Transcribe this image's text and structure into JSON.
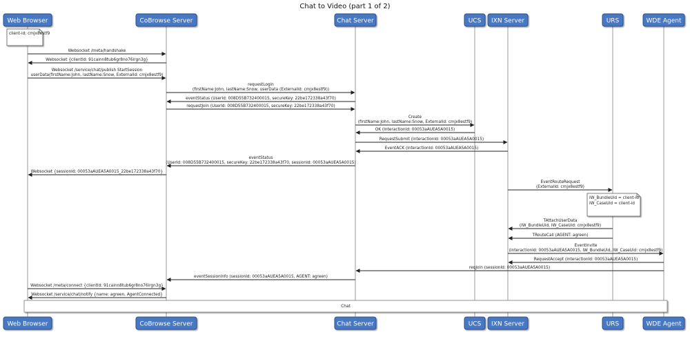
{
  "title": "Chat to Video (part 1 of 2)",
  "participants": [
    {
      "id": "wb",
      "label": "Web Browser"
    },
    {
      "id": "cb",
      "label": "CoBrowse Server"
    },
    {
      "id": "cs",
      "label": "Chat Server"
    },
    {
      "id": "ucs",
      "label": "UCS"
    },
    {
      "id": "ixn",
      "label": "IXN Server"
    },
    {
      "id": "urs",
      "label": "URS"
    },
    {
      "id": "wde",
      "label": "WDE Agent"
    }
  ],
  "notes": [
    {
      "on": "wb",
      "lines": [
        "client-id: cmjx8estf9"
      ]
    },
    {
      "on": "urs",
      "lines": [
        "IW_BundleUid = client-id",
        "IW_CaseUid = client-id"
      ]
    }
  ],
  "messages": [
    {
      "from": "wb",
      "to": "cb",
      "lines": [
        "Websocket /meta/handshake"
      ]
    },
    {
      "from": "cb",
      "to": "wb",
      "lines": [
        "Websocket {clientId: 91cainn8tub6gr8no76irgn3g}"
      ]
    },
    {
      "from": "wb",
      "to": "cb",
      "lines": [
        "Websocket /service/chat/publish StartSession",
        "userData(firstName:John, lastName:Snow, ExternalId: cmjx8estf9)"
      ]
    },
    {
      "from": "cb",
      "to": "cs",
      "lines": [
        "requestLogin",
        "(firstName:John, lastName:Snow, userData (ExternalId: cmjx8estf9))"
      ]
    },
    {
      "from": "cs",
      "to": "cb",
      "lines": [
        "eventStatus (UserId: 008D55B732400015, secureKey: 22be172338a43f70)"
      ]
    },
    {
      "from": "cb",
      "to": "cs",
      "lines": [
        "requestJoin (UserId: 008D55B732400015, secureKey: 22be172338a43f70)"
      ]
    },
    {
      "from": "cs",
      "to": "ucs",
      "lines": [
        "Create",
        "(firstName:John, lastName:Snow, ExternalId: cmjx8estf9)"
      ]
    },
    {
      "from": "ucs",
      "to": "cs",
      "lines": [
        "OK (InteractionId: 00053aAUEA5A0015)"
      ]
    },
    {
      "from": "cs",
      "to": "ixn",
      "lines": [
        "RequestSubmit (InteractionId: 00053aAUEA5A0015)"
      ]
    },
    {
      "from": "ixn",
      "to": "cs",
      "lines": [
        "EventACK (InteractionId: 00053aAUEA5A0015)"
      ]
    },
    {
      "from": "cs",
      "to": "cb",
      "lines": [
        "eventStatus",
        "(UserId: 008D55B732400015, secureKey: 22be172338a43f70, sessionId: 00053aAUEA5A0015)"
      ]
    },
    {
      "from": "cb",
      "to": "wb",
      "lines": [
        "Websocket {sessionId: 00053aAUEA5A0015_22be172338a43f70}"
      ]
    },
    {
      "from": "ixn",
      "to": "urs",
      "lines": [
        "EventRouteRequest",
        "(ExternalId: cmjx8estf9)"
      ]
    },
    {
      "note": 1
    },
    {
      "from": "urs",
      "to": "ixn",
      "lines": [
        "TAttachUserData",
        "(IW_BundleUid, IW_CaseUid: cmjx8estf9)"
      ]
    },
    {
      "from": "urs",
      "to": "ixn",
      "lines": [
        "TRouteCall (AGENT: agreen)"
      ]
    },
    {
      "from": "ixn",
      "to": "wde",
      "lines": [
        "EventInvite",
        "(InteractionId: 00053aAUEA5A0015, IW_BundleUid, IW_CaseUid: cmjx8estf9)"
      ]
    },
    {
      "from": "wde",
      "to": "ixn",
      "lines": [
        "RequestAccept (InteractionId: 00053aAUEA5A0015)"
      ]
    },
    {
      "from": "wde",
      "to": "cs",
      "lines": [
        "reqJoin (sessionId: 00053aAUEA5A0015)"
      ]
    },
    {
      "from": "cs",
      "to": "cb",
      "lines": [
        "eventSessionInfo (sessionId: 00053aAUEA5A0015, AGENT: agreen)"
      ]
    },
    {
      "from": "wb",
      "to": "cb",
      "lines": [
        "Websocket /meta/connect {clientId: 91cainn8tub6gr8no76irgn3g}"
      ]
    },
    {
      "from": "cb",
      "to": "wb",
      "lines": [
        "Websocket /service/chat/notify {name: agreen, AgentConnected}"
      ]
    }
  ],
  "group_label": "Chat",
  "colors": {
    "participant_fill": "#4a78c2",
    "participant_border": "#2c4f8a",
    "lifeline": "#9a9a9a",
    "arrow": "#222222",
    "note_fill": "#ffffff"
  }
}
